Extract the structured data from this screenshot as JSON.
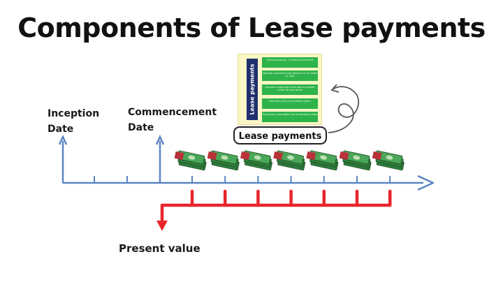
{
  "title": "Components of Lease payments",
  "labels": {
    "inception": "Inception\nDate",
    "commencement": "Commencement\nDate",
    "present_value": "Present value",
    "lease_payments_pill": "Lease payments"
  },
  "card": {
    "side_label": "Lease payments",
    "items": [
      "Fixed payments - incentives received",
      "Variable payments that depend on an index or rate",
      "Amounts expected to be paid by lessee under RV guarantee",
      "Exercise price of purchase option",
      "Payments of penalties for terminating lease"
    ]
  },
  "diagram": {
    "payment_count": 7,
    "colors": {
      "timeline": "#5b84c4",
      "pv_line": "#e8262b",
      "money": "#3e9a4a",
      "card_bg": "#fbf6c6",
      "card_side": "#1f2f6e",
      "card_row": "#2db34a"
    }
  }
}
